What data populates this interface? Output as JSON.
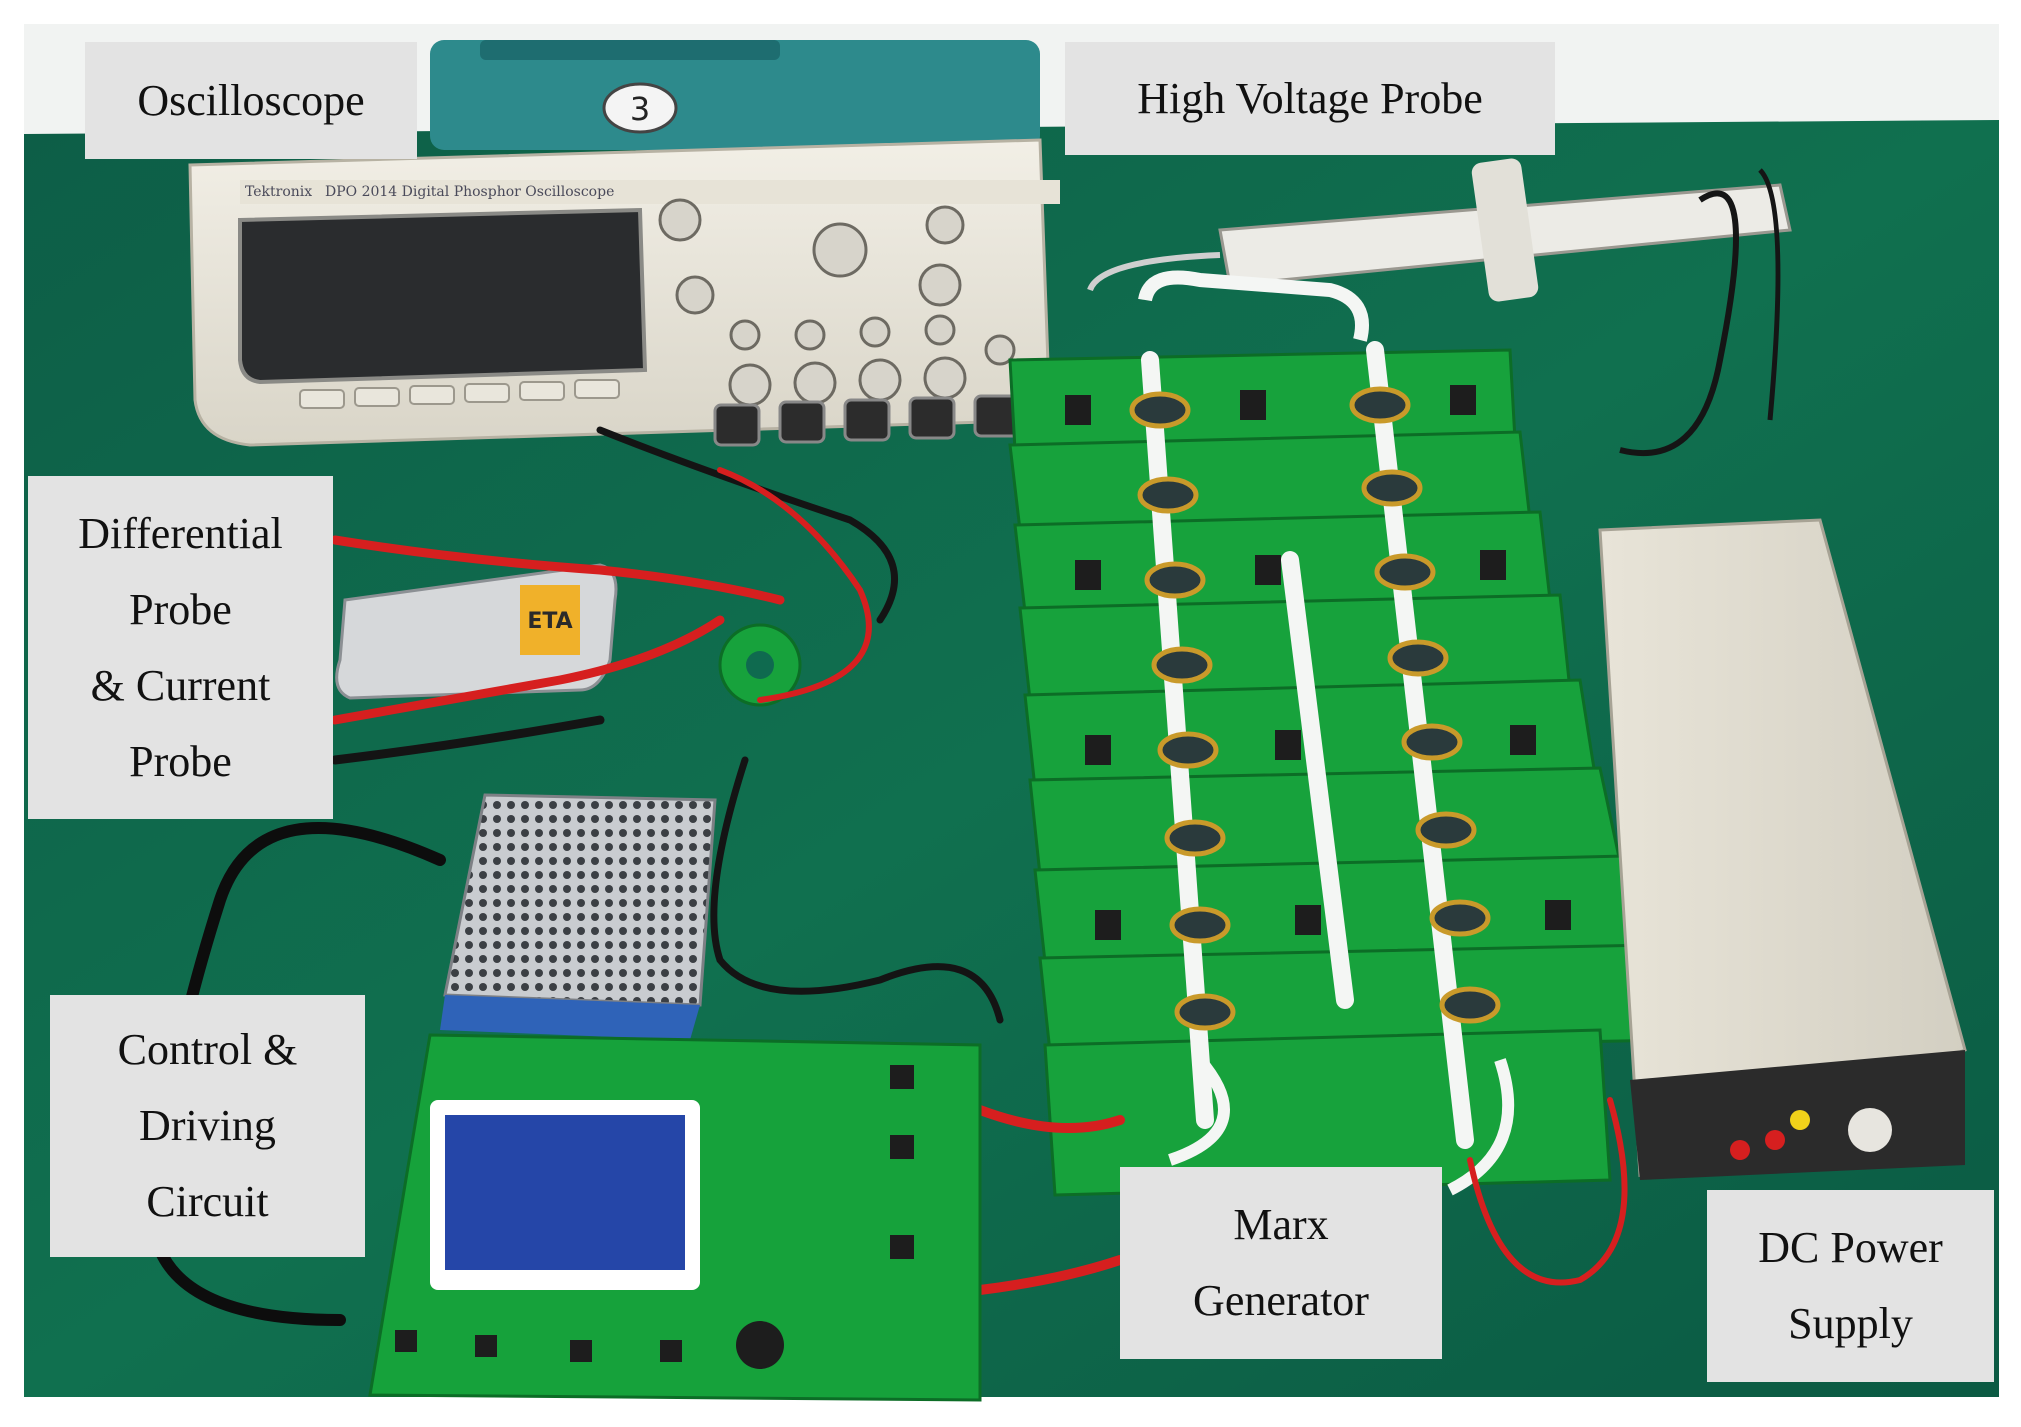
{
  "labels": {
    "oscilloscope": "Oscilloscope",
    "hv_probe": "High Voltage Probe",
    "diff_probe": [
      "Differential",
      "Probe",
      "& Current",
      "Probe"
    ],
    "control": [
      "Control &",
      "Driving",
      "Circuit"
    ],
    "marx": [
      "Marx",
      "Generator"
    ],
    "dc_supply": [
      "DC Power",
      "Supply"
    ]
  },
  "device_text": {
    "scope_brand": "Tektronix",
    "scope_model": "DPO 2014 Digital Phosphor Oscilloscope",
    "scope_sticker": "3",
    "probe_brand": "ETA"
  },
  "colors": {
    "bench": "#0f6a4f",
    "pcb": "#14a03a",
    "label_bg": "#e3e3e3"
  }
}
